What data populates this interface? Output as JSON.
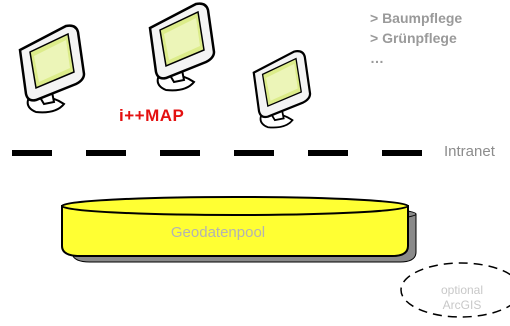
{
  "topics": [
    "> Baumpflege",
    "> Grünpflege",
    "…"
  ],
  "app_name": "i++MAP",
  "network_label": "Intranet",
  "database_label": "Geodatenpool",
  "optional_component": {
    "line1": "optional",
    "line2": "ArcGIS"
  },
  "colors": {
    "monitor_screen": "#dcec8a",
    "database_fill": "#ffff33",
    "database_shadow": "#8a8a8a",
    "brand_red": "#e41010",
    "network_dash": "#000000",
    "muted_text": "#9a9a9a"
  },
  "icons": [
    "monitor-icon",
    "monitor-icon",
    "monitor-icon"
  ]
}
